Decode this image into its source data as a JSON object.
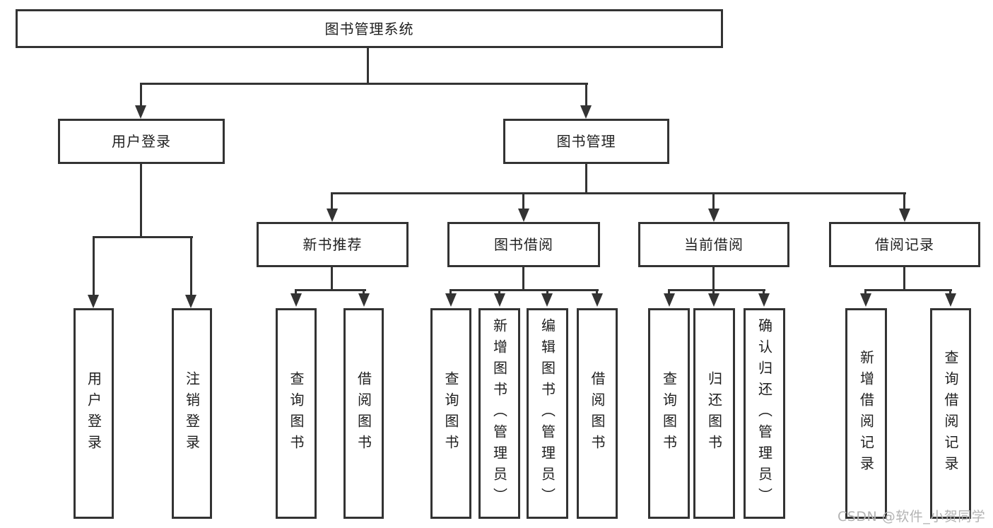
{
  "diagram": {
    "nodes": {
      "root": "图书管理系统",
      "userLogin": "用户登录",
      "bookMgmt": "图书管理",
      "newBookRec": "新书推荐",
      "bookBorrow": "图书借阅",
      "currentBorrow": "当前借阅",
      "borrowRecord": "借阅记录",
      "leafUserLogin": "用户登录",
      "leafLogout": "注销登录",
      "nbQuery": "查询图书",
      "nbBorrow": "借阅图书",
      "bbQuery": "查询图书",
      "bbAdd": "新增图书（管理员）",
      "bbEdit": "编辑图书（管理员）",
      "bbBorrow": "借阅图书",
      "cbQuery": "查询图书",
      "cbReturn": "归还图书",
      "cbConfirm": "确认归还（管理员）",
      "brAdd": "新增借阅记录",
      "brQuery": "查询借阅记录"
    },
    "structure": {
      "图书管理系统": {
        "用户登录": [
          "用户登录",
          "注销登录"
        ],
        "图书管理": {
          "新书推荐": [
            "查询图书",
            "借阅图书"
          ],
          "图书借阅": [
            "查询图书",
            "新增图书（管理员）",
            "编辑图书（管理员）",
            "借阅图书"
          ],
          "当前借阅": [
            "查询图书",
            "归还图书",
            "确认归还（管理员）"
          ],
          "借阅记录": [
            "新增借阅记录",
            "查询借阅记录"
          ]
        }
      }
    },
    "colors": {
      "line": "#333333",
      "text": "#1f1f1f",
      "watermark": "#b3b3b3",
      "background": "#ffffff"
    }
  },
  "watermark": "CSDN @软件_小贺同学"
}
